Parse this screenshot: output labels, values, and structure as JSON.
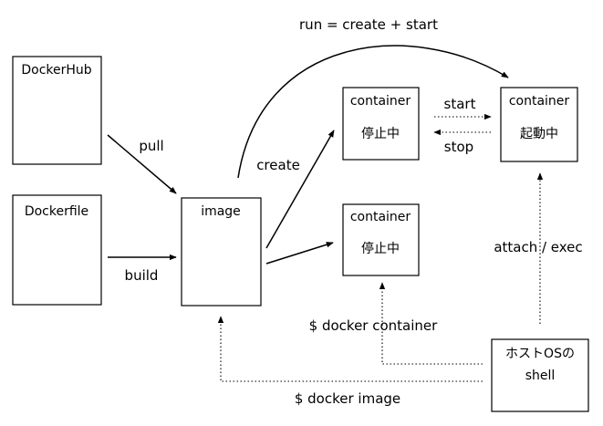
{
  "title": "run = create + start",
  "nodes": {
    "dockerhub": "DockerHub",
    "dockerfile": "Dockerfile",
    "image": "image",
    "container_stopped_top": {
      "title": "container",
      "status": "停止中"
    },
    "container_running": {
      "title": "container",
      "status": "起動中"
    },
    "container_stopped_bottom": {
      "title": "container",
      "status": "停止中"
    },
    "host_shell": {
      "line1": "ホストOSの",
      "line2": "shell"
    }
  },
  "edges": {
    "pull": "pull",
    "build": "build",
    "create": "create",
    "start": "start",
    "stop": "stop",
    "attach_exec": "attach / exec",
    "docker_container": "$ docker container",
    "docker_image": "$ docker image"
  }
}
